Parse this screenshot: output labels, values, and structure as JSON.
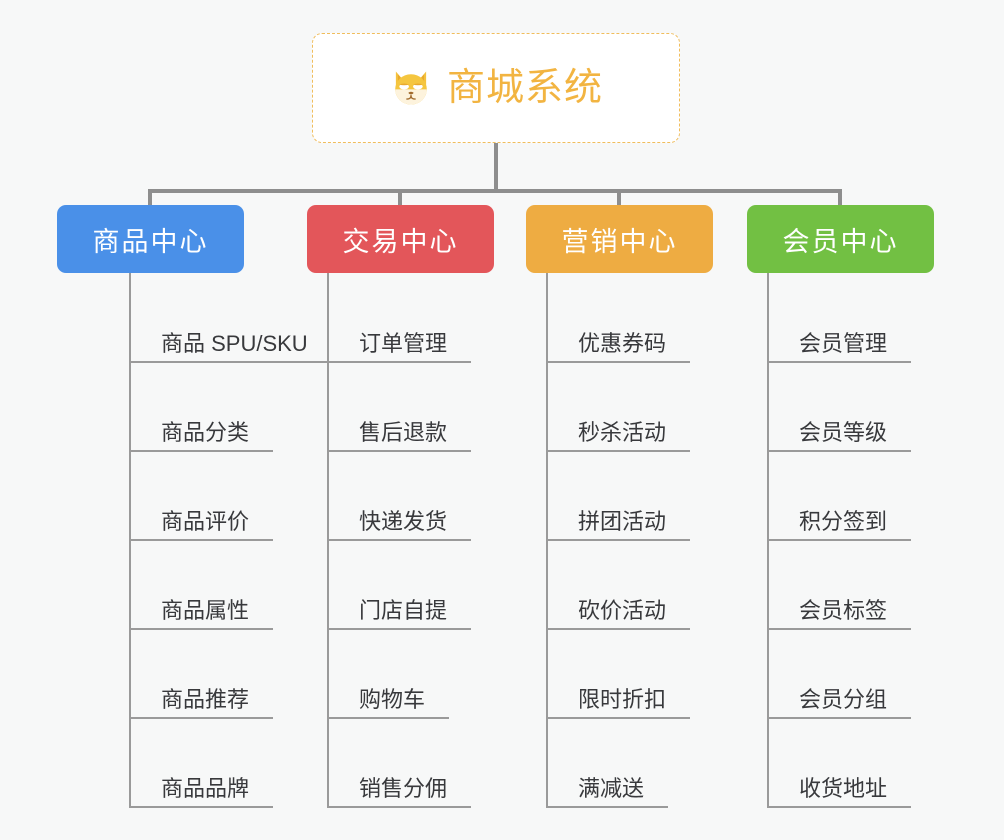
{
  "root": {
    "title": "商城系统",
    "icon": "dog-face-icon",
    "border_color": "#f0bd5c",
    "text_color": "#f2b441"
  },
  "background_color": "#f7f8f8",
  "connector_color": "#8e8e8e",
  "branches": [
    {
      "label": "商品中心",
      "color": "#4a90e8",
      "items": [
        "商品 SPU/SKU",
        "商品分类",
        "商品评价",
        "商品属性",
        "商品推荐",
        "商品品牌"
      ]
    },
    {
      "label": "交易中心",
      "color": "#e3565a",
      "items": [
        "订单管理",
        "售后退款",
        "快递发货",
        "门店自提",
        "购物车",
        "销售分佣"
      ]
    },
    {
      "label": "营销中心",
      "color": "#eeac42",
      "items": [
        "优惠券码",
        "秒杀活动",
        "拼团活动",
        "砍价活动",
        "限时折扣",
        "满减送"
      ]
    },
    {
      "label": "会员中心",
      "color": "#72c043",
      "items": [
        "会员管理",
        "会员等级",
        "积分签到",
        "会员标签",
        "会员分组",
        "收货地址"
      ]
    }
  ]
}
